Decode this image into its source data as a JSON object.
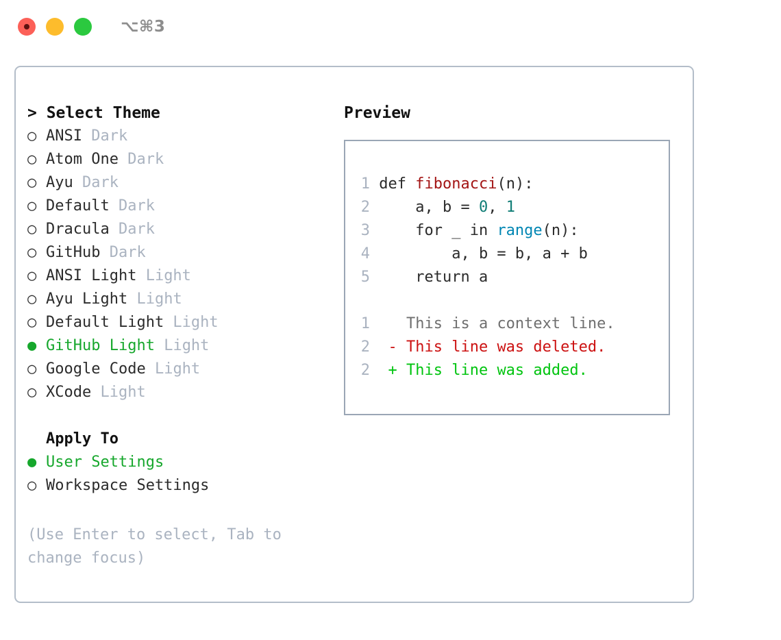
{
  "window": {
    "title": "⌥⌘3",
    "traffic_lights": [
      {
        "name": "close",
        "color": "#fc6058"
      },
      {
        "name": "minimize",
        "color": "#fdbc2c"
      },
      {
        "name": "maximize",
        "color": "#2bc93f"
      }
    ]
  },
  "colors": {
    "accent_green": "#16a72c",
    "muted": "#aab3c0",
    "text": "#2b2b2b",
    "border": "#b3bdc9",
    "preview_border": "#9aa6b5",
    "diff_add": "#00c40f",
    "diff_del": "#cc1111",
    "syntax_function": "#a31515",
    "syntax_number": "#0e7c75",
    "syntax_builtin": "#0086b3"
  },
  "theme_list": {
    "header": "> Select Theme",
    "bullet_unselected": "○",
    "bullet_selected": "●",
    "items": [
      {
        "label": "ANSI",
        "badge": "Dark",
        "selected": false
      },
      {
        "label": "Atom One",
        "badge": "Dark",
        "selected": false
      },
      {
        "label": "Ayu",
        "badge": "Dark",
        "selected": false
      },
      {
        "label": "Default",
        "badge": "Dark",
        "selected": false
      },
      {
        "label": "Dracula",
        "badge": "Dark",
        "selected": false
      },
      {
        "label": "GitHub",
        "badge": "Dark",
        "selected": false
      },
      {
        "label": "ANSI Light",
        "badge": "Light",
        "selected": false
      },
      {
        "label": "Ayu Light",
        "badge": "Light",
        "selected": false
      },
      {
        "label": "Default Light",
        "badge": "Light",
        "selected": false
      },
      {
        "label": "GitHub Light",
        "badge": "Light",
        "selected": true
      },
      {
        "label": "Google Code",
        "badge": "Light",
        "selected": false
      },
      {
        "label": "XCode",
        "badge": "Light",
        "selected": false
      }
    ]
  },
  "apply_to": {
    "header": "Apply To",
    "items": [
      {
        "label": "User Settings",
        "selected": true
      },
      {
        "label": "Workspace Settings",
        "selected": false
      }
    ]
  },
  "hint": "(Use Enter to select, Tab to change focus)",
  "preview": {
    "header": "Preview",
    "code_lines": [
      {
        "no": "1",
        "tokens": [
          {
            "t": "def ",
            "c": "plain"
          },
          {
            "t": "fibonacci",
            "c": "fn"
          },
          {
            "t": "(n):",
            "c": "plain"
          }
        ]
      },
      {
        "no": "2",
        "tokens": [
          {
            "t": "    a, b = ",
            "c": "plain"
          },
          {
            "t": "0",
            "c": "num"
          },
          {
            "t": ", ",
            "c": "plain"
          },
          {
            "t": "1",
            "c": "num"
          }
        ]
      },
      {
        "no": "3",
        "tokens": [
          {
            "t": "    for _ in ",
            "c": "plain"
          },
          {
            "t": "range",
            "c": "builtin"
          },
          {
            "t": "(n):",
            "c": "plain"
          }
        ]
      },
      {
        "no": "4",
        "tokens": [
          {
            "t": "        a, b = b, a + b",
            "c": "plain"
          }
        ]
      },
      {
        "no": "5",
        "tokens": [
          {
            "t": "    return a",
            "c": "plain"
          }
        ]
      }
    ],
    "diff_lines": [
      {
        "no": "1",
        "marker": "  ",
        "text": "This is a context line.",
        "kind": "ctx"
      },
      {
        "no": "2",
        "marker": "- ",
        "text": "This line was deleted.",
        "kind": "del"
      },
      {
        "no": "2",
        "marker": "+ ",
        "text": "This line was added.",
        "kind": "add"
      }
    ]
  }
}
